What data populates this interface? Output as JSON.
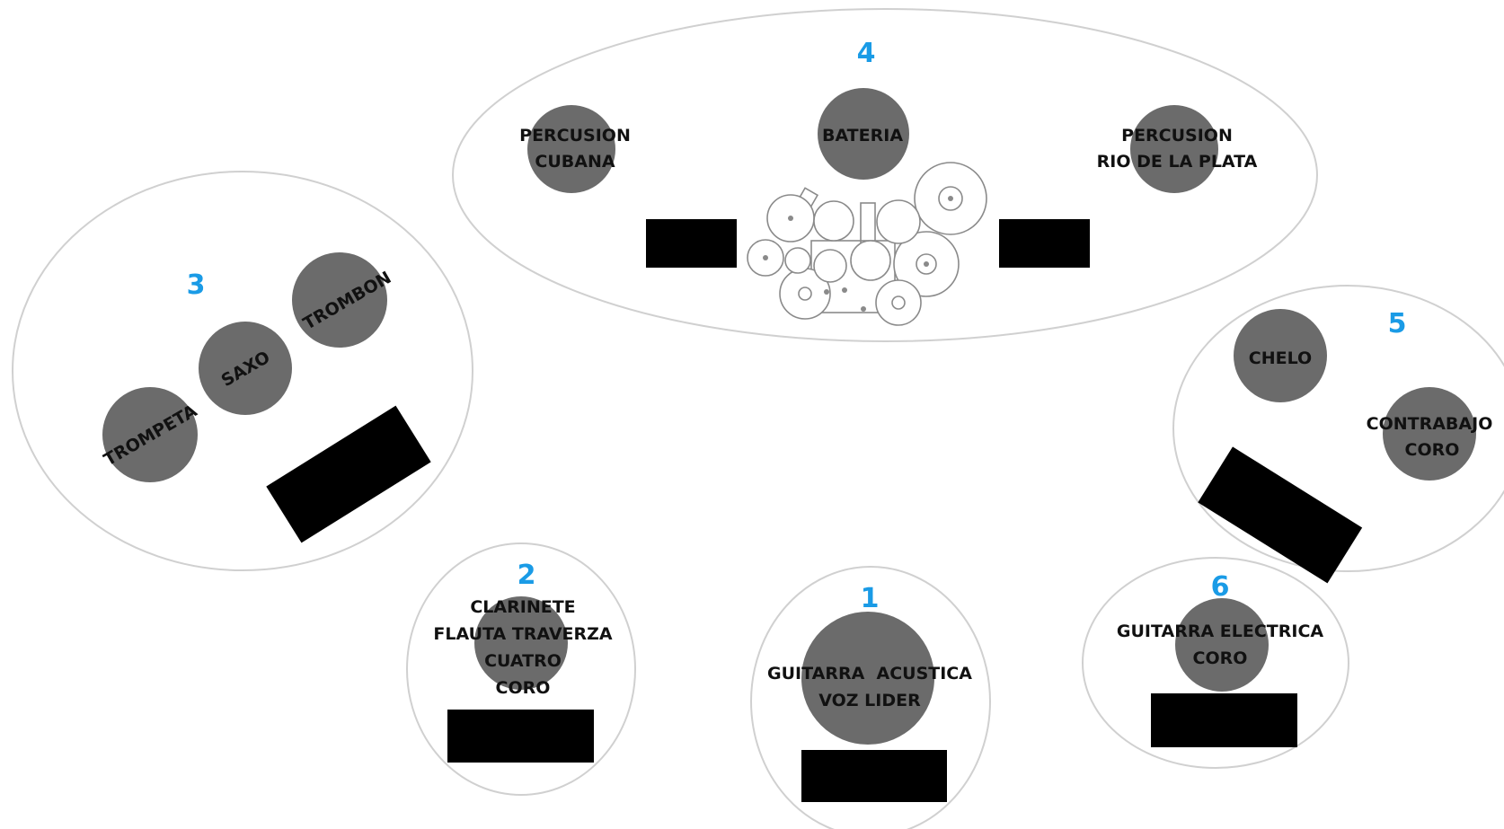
{
  "stage_plot": {
    "colors": {
      "zone_number": "#1a9be6",
      "musician": "#6b6b6b",
      "monitor": "#000000",
      "zone_outline": "#d0d0d0"
    },
    "zones": [
      {
        "number": "1",
        "labels": [
          "GUITARRA  ACUSTICA",
          "VOZ LIDER"
        ]
      },
      {
        "number": "2",
        "labels": [
          "CLARINETE",
          "FLAUTA TRAVERZA",
          "CUATRO",
          "CORO"
        ]
      },
      {
        "number": "3",
        "labels": [
          "TROMPETA",
          "SAXO",
          "TROMBON"
        ]
      },
      {
        "number": "4",
        "labels": [
          "PERCUSION",
          "CUBANA",
          "BATERIA",
          "PERCUSION",
          "RIO DE LA PLATA"
        ]
      },
      {
        "number": "5",
        "labels": [
          "CHELO",
          "CONTRABAJO",
          "CORO"
        ]
      },
      {
        "number": "6",
        "labels": [
          "GUITARRA ELECTRICA",
          "CORO"
        ]
      }
    ],
    "icons": {
      "drum_kit": "drum-kit-icon",
      "monitor": "stage-monitor"
    }
  }
}
